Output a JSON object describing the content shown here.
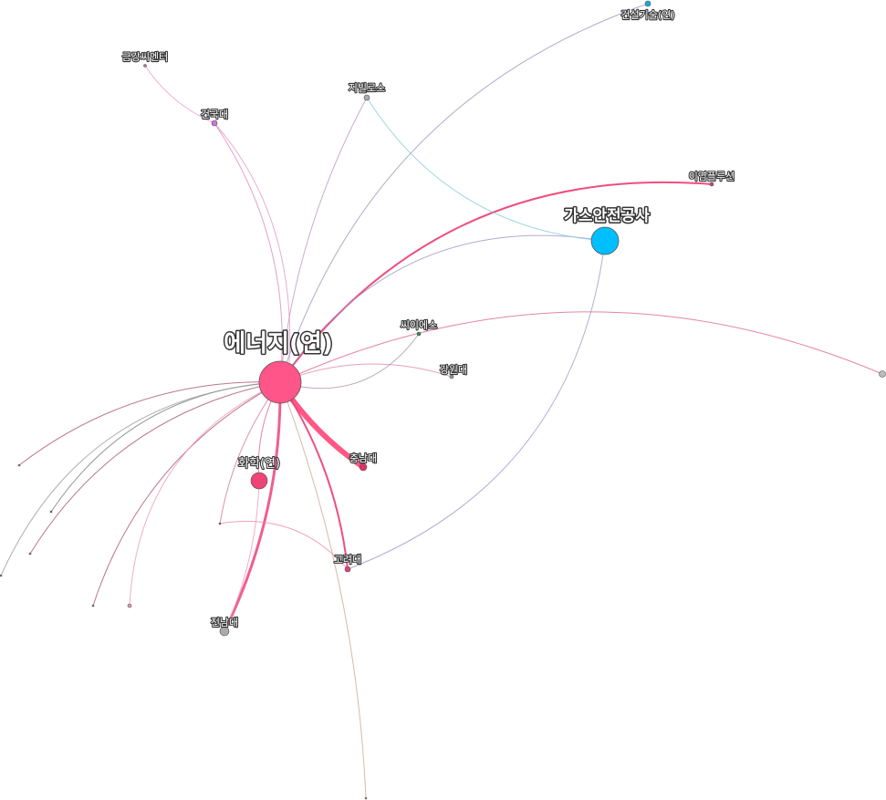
{
  "graph": {
    "nodes": [
      {
        "id": "energy",
        "label": "에너지(연)",
        "color": "#ff5588"
      },
      {
        "id": "gas",
        "label": "가스안전공사",
        "color": "#00bfff"
      },
      {
        "id": "kict",
        "label": "건설기술(연)",
        "color": "#1aa7e0"
      },
      {
        "id": "geumgang",
        "label": "금강씨엔터",
        "color": "#aa7799"
      },
      {
        "id": "konkuk",
        "label": "건국대",
        "color": "#cc77dd"
      },
      {
        "id": "jibil",
        "label": "지빌로스",
        "color": "#aaaaaa"
      },
      {
        "id": "iyeom",
        "label": "이염플루션",
        "color": "#cc4466"
      },
      {
        "id": "cies",
        "label": "씨이에스",
        "color": "#2e8b57"
      },
      {
        "id": "kangwon",
        "label": "강원대",
        "color": "#9988bb"
      },
      {
        "id": "chungnam",
        "label": "충남대",
        "color": "#dd3366"
      },
      {
        "id": "chem",
        "label": "화학(연)",
        "color": "#ee4477"
      },
      {
        "id": "korea",
        "label": "고려대",
        "color": "#dd4477"
      },
      {
        "id": "jeonnam",
        "label": "전남대",
        "color": "#aaaaaa"
      },
      {
        "id": "far_right",
        "label": "",
        "color": "#bbbbbb"
      },
      {
        "id": "l1",
        "label": "",
        "color": "#cc6688"
      },
      {
        "id": "l2",
        "label": "",
        "color": "#2e8b57"
      },
      {
        "id": "l3",
        "label": "",
        "color": "#cc5577"
      },
      {
        "id": "l4",
        "label": "",
        "color": "#777777"
      },
      {
        "id": "l5",
        "label": "",
        "color": "#cc5577"
      },
      {
        "id": "l6",
        "label": "",
        "color": "#dd99bb"
      },
      {
        "id": "l7",
        "label": "",
        "color": "#cc5577"
      },
      {
        "id": "bottom",
        "label": "",
        "color": "#bb9966"
      }
    ],
    "edges": [
      {
        "source": "energy",
        "target": "chungnam",
        "weight": 6,
        "color": "#ff4f7f"
      },
      {
        "source": "energy",
        "target": "jeonnam",
        "weight": 3,
        "color": "#ee5588"
      },
      {
        "source": "energy",
        "target": "korea",
        "weight": 2,
        "color": "#ee4477"
      },
      {
        "source": "energy",
        "target": "iyeom",
        "weight": 2,
        "color": "#ee4477"
      },
      {
        "source": "energy",
        "target": "gas",
        "weight": 1,
        "color": "#9999cc"
      },
      {
        "source": "energy",
        "target": "kict",
        "weight": 1,
        "color": "#9999bb"
      },
      {
        "source": "energy",
        "target": "konkuk",
        "weight": 1,
        "color": "#dd88bb"
      },
      {
        "source": "energy",
        "target": "jibil",
        "weight": 1,
        "color": "#bb99bb"
      },
      {
        "source": "energy",
        "target": "cies",
        "weight": 1,
        "color": "#aa99aa"
      },
      {
        "source": "energy",
        "target": "kangwon",
        "weight": 1,
        "color": "#dd88aa"
      },
      {
        "source": "energy",
        "target": "far_right",
        "weight": 1,
        "color": "#dd6688"
      },
      {
        "source": "energy",
        "target": "chem",
        "weight": 1,
        "color": "#dd6688"
      },
      {
        "source": "energy",
        "target": "l1",
        "weight": 1,
        "color": "#aa5577"
      },
      {
        "source": "energy",
        "target": "l2",
        "weight": 1,
        "color": "#777777"
      },
      {
        "source": "energy",
        "target": "l3",
        "weight": 1,
        "color": "#aa5577"
      },
      {
        "source": "energy",
        "target": "l4",
        "weight": 1,
        "color": "#999999"
      },
      {
        "source": "energy",
        "target": "l5",
        "weight": 1,
        "color": "#aa5577"
      },
      {
        "source": "energy",
        "target": "l6",
        "weight": 1,
        "color": "#ee99bb"
      },
      {
        "source": "energy",
        "target": "l7",
        "weight": 1,
        "color": "#cc7799"
      },
      {
        "source": "energy",
        "target": "bottom",
        "weight": 1,
        "color": "#ccaa88"
      },
      {
        "source": "gas",
        "target": "jibil",
        "weight": 1,
        "color": "#88ccdd"
      },
      {
        "source": "gas",
        "target": "korea",
        "weight": 1,
        "color": "#9999cc"
      },
      {
        "source": "konkuk",
        "target": "geumgang",
        "weight": 1,
        "color": "#ee99cc"
      },
      {
        "source": "l7",
        "target": "korea",
        "weight": 1,
        "color": "#ee88aa"
      },
      {
        "source": "chem",
        "target": "jeonnam",
        "weight": 1,
        "color": "#ee99bb"
      }
    ]
  }
}
